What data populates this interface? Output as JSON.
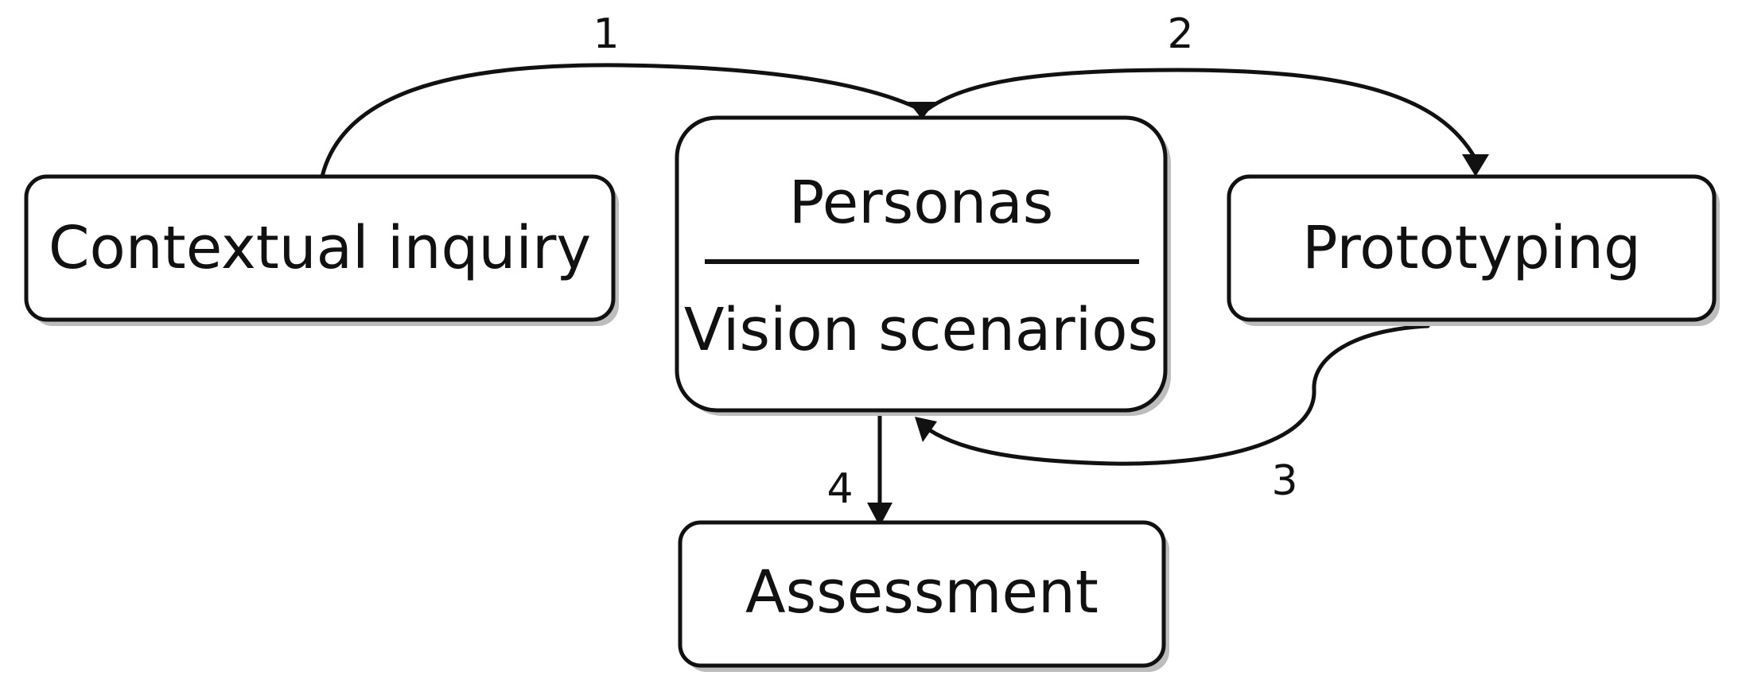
{
  "nodes": {
    "contextual_inquiry": {
      "label": "Contextual inquiry"
    },
    "personas": {
      "label": "Personas"
    },
    "vision_scenarios": {
      "label": "Vision scenarios"
    },
    "prototyping": {
      "label": "Prototyping"
    },
    "assessment": {
      "label": "Assessment"
    }
  },
  "edges": [
    {
      "label": "1",
      "from": "Contextual inquiry",
      "to": "Personas / Vision scenarios"
    },
    {
      "label": "2",
      "from": "Personas / Vision scenarios",
      "to": "Prototyping"
    },
    {
      "label": "3",
      "from": "Prototyping",
      "to": "Personas / Vision scenarios"
    },
    {
      "label": "4",
      "from": "Personas / Vision scenarios",
      "to": "Assessment"
    }
  ]
}
